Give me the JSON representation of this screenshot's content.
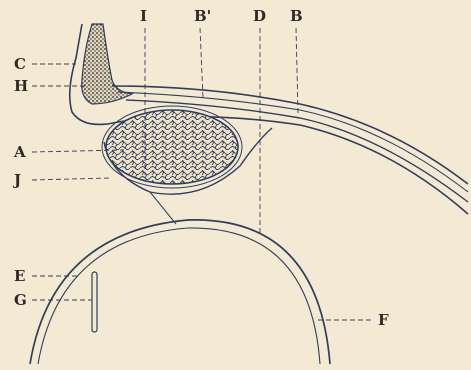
{
  "figure": {
    "labels": {
      "I": "I",
      "B_prime": "B'",
      "D": "D",
      "B": "B",
      "C": "C",
      "H": "H",
      "A": "A",
      "J": "J",
      "E": "E",
      "G": "G",
      "F": "F"
    }
  },
  "colors": {
    "paper": "#f4ead3",
    "ink": "#2f3e5e",
    "label": "#2e2a28"
  }
}
